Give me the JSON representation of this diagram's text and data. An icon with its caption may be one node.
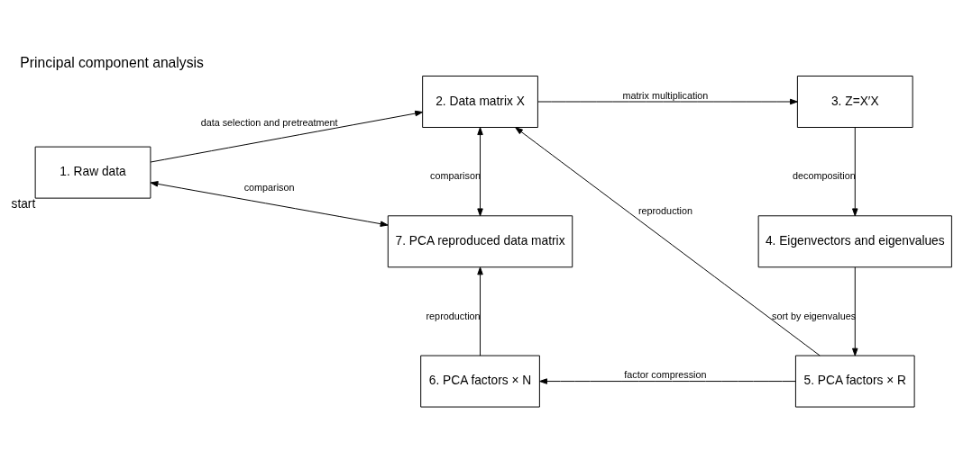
{
  "diagram": {
    "title": "Principal component analysis",
    "nodes": [
      {
        "text": [
          "1. Raw data"
        ],
        "beside": [
          "start"
        ]
      },
      {
        "text": [
          "2. Data matrix X"
        ]
      },
      {
        "text": [
          "3. Z=X′X"
        ]
      },
      {
        "text": [
          "4. Eigenvectors and eigenvalues"
        ]
      },
      {
        "text": [
          "5. PCA factors × R"
        ]
      },
      {
        "text": [
          "6. PCA factors × N"
        ]
      },
      {
        "text": [
          "7. PCA reproduced data matrix"
        ]
      }
    ],
    "edges": [
      {
        "from": 0,
        "to": 1,
        "arrow": "to",
        "label": "data selection and pretreatment"
      },
      {
        "from": 1,
        "to": 2,
        "arrow": "to",
        "label": "matrix multiplication"
      },
      {
        "from": 2,
        "to": 3,
        "arrow": "to",
        "label": "decomposition"
      },
      {
        "from": 3,
        "to": 4,
        "arrow": "to",
        "label": "sort by eigenvalues"
      },
      {
        "from": 4,
        "to": 5,
        "arrow": "to",
        "label": "factor compression"
      },
      {
        "from": 5,
        "to": 6,
        "arrow": "to",
        "label": "reproduction"
      },
      {
        "from": 4,
        "to": 1,
        "arrow": "to",
        "label": "reproduction"
      },
      {
        "from": 1,
        "to": 6,
        "arrow": "both",
        "label": "comparison"
      },
      {
        "from": 0,
        "to": 6,
        "arrow": "both",
        "label": "comparison"
      }
    ]
  }
}
